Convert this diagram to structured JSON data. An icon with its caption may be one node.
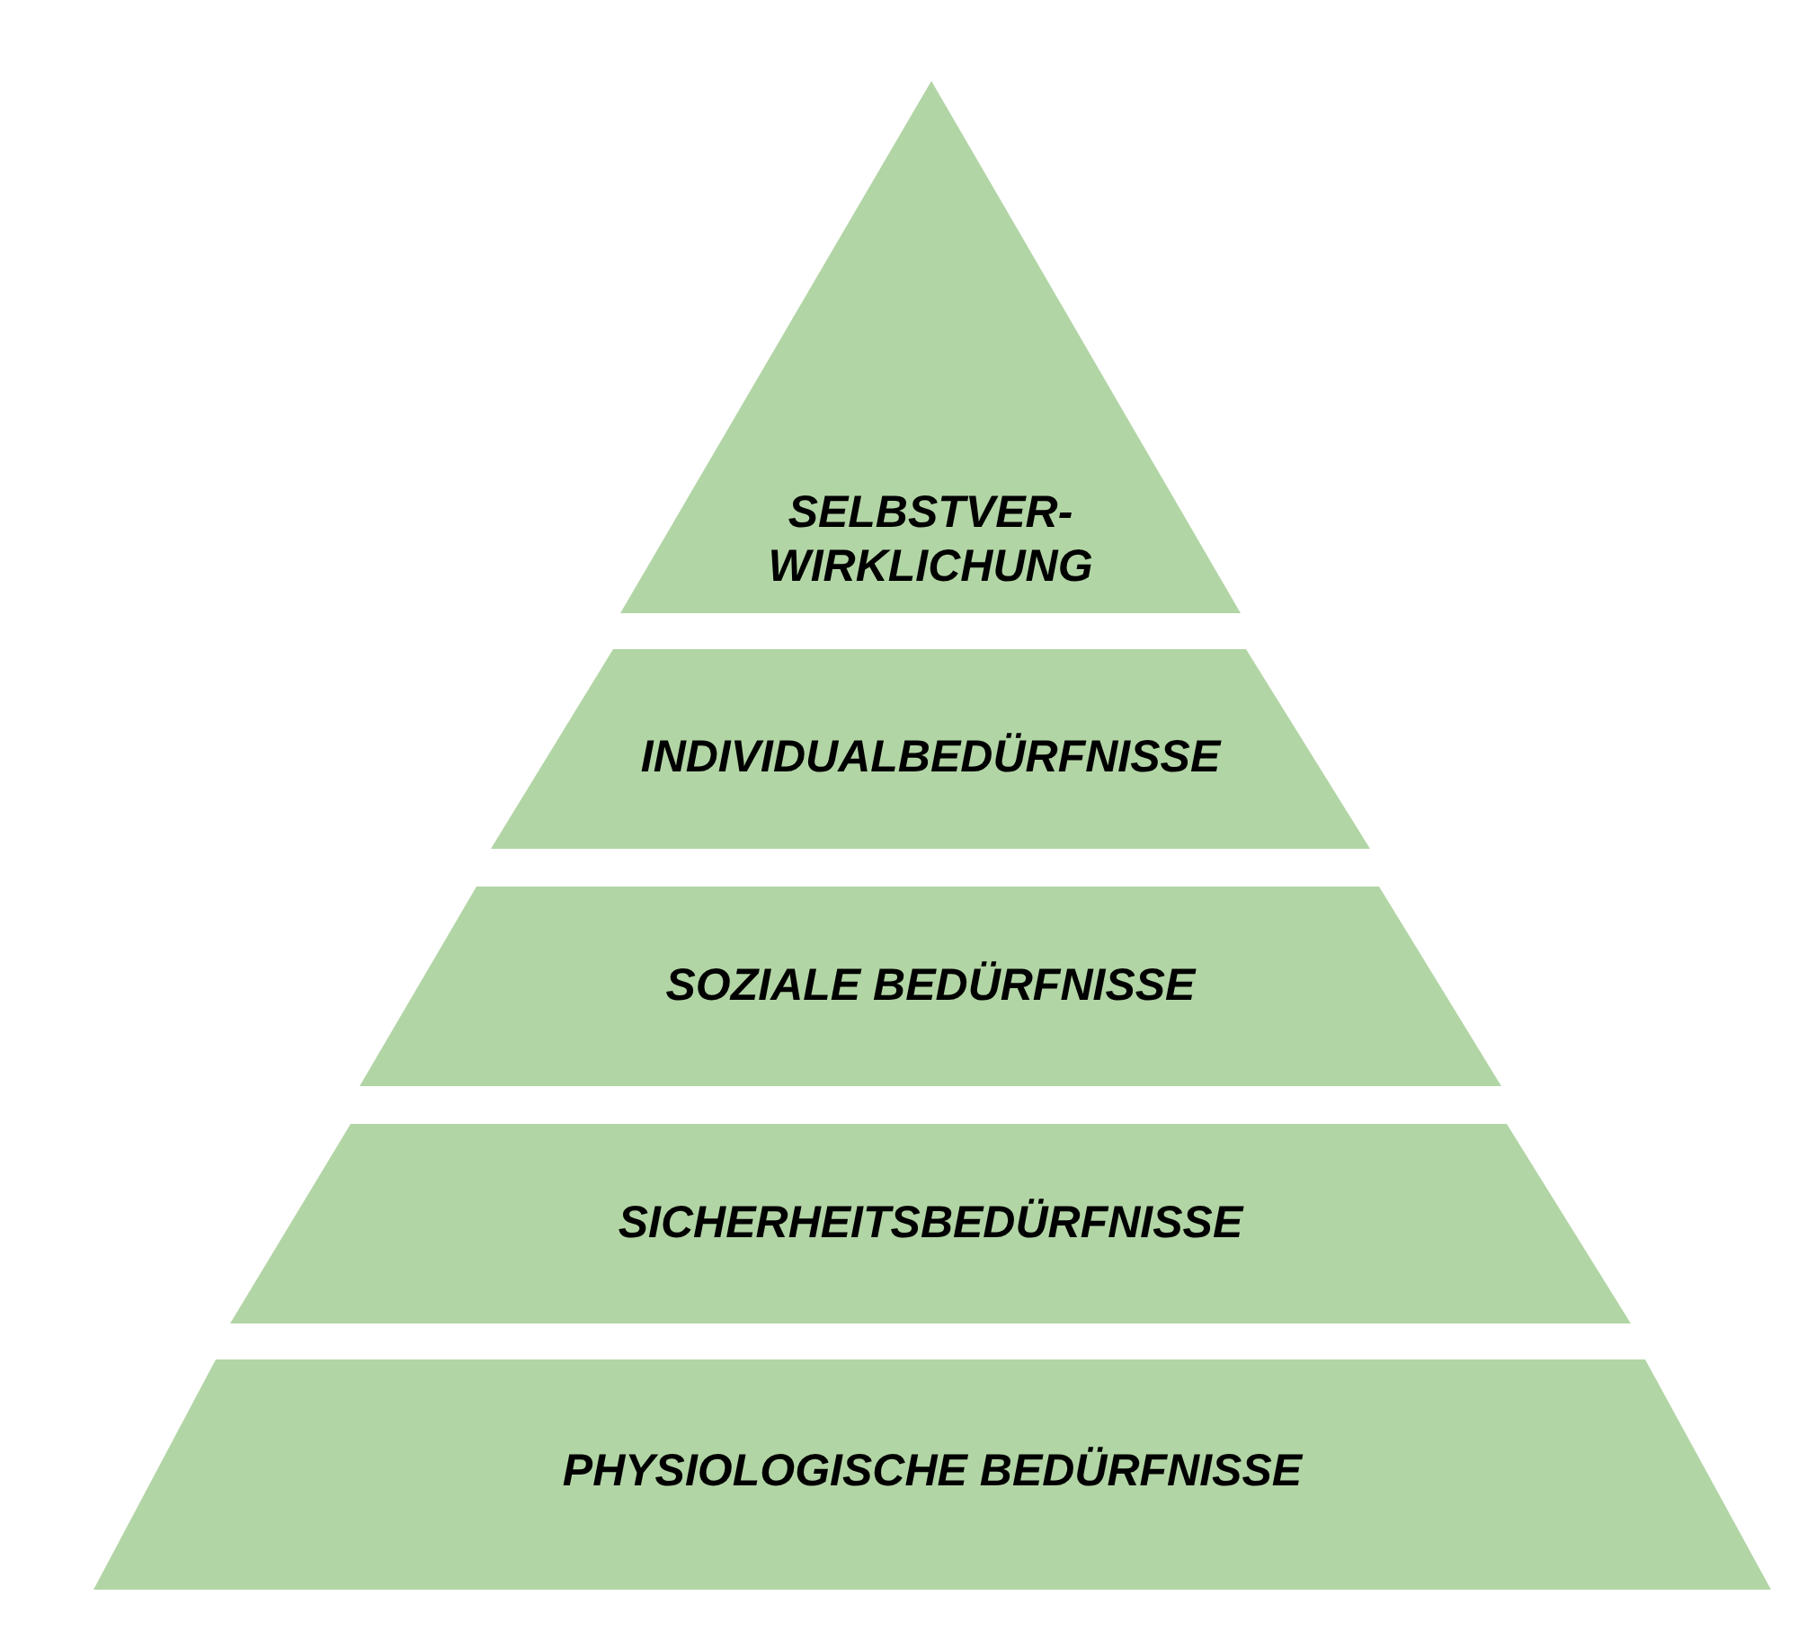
{
  "diagram": {
    "nodes": [
      {
        "text": [
          "SELBSTVER- WIRKLICHUNG"
        ]
      },
      {
        "text": [
          "INDIVIDUALBEDÜRFNISSE"
        ]
      },
      {
        "text": [
          "SOZIALE BEDÜRFNISSE"
        ]
      },
      {
        "text": [
          "SICHERHEITSBEDÜRFNISSE"
        ]
      },
      {
        "text": [
          "PHYSIOLOGISCHE BEDÜRFNISSE"
        ]
      }
    ]
  }
}
